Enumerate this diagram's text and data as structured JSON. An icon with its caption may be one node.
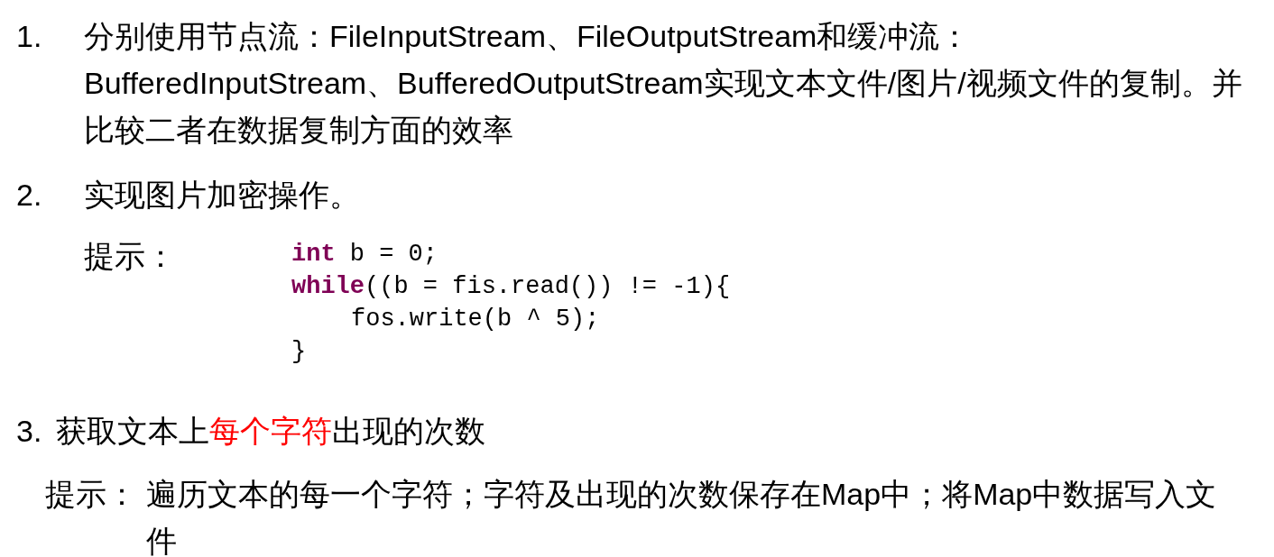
{
  "diagram": {
    "labels": [
      "1.",
      "分别使用节点流：FileInputStream、FileOutputStream和缓冲流：BufferedInputStream、BufferedOutputStream实现文本文件/图片/视频文件的复制。并比较二者在数据复制方面的效率",
      "2.",
      "实现图片加密操作。",
      "提示：",
      "**int** b = 0;",
      "**while**((b = fis.read()) != -1){",
      "fos.write(b ^ 5);",
      "}",
      "3.",
      "获取文本上",
      "每个字符",
      "出现的次数",
      "提示：",
      "遍历文本的每一个字符；字符及出现的次数保存在Map中；将Map中数据写入文件"
    ]
  }
}
